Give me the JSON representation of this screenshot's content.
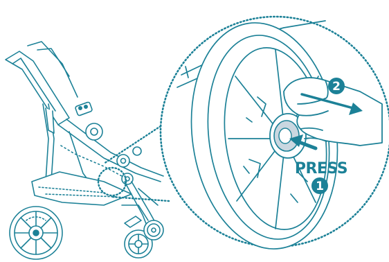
{
  "diagram": {
    "accent_color": "#1c8197",
    "hub_color": "#c9d7e0",
    "label_press": "PRESS",
    "steps": [
      {
        "number": "1",
        "action": "press"
      },
      {
        "number": "2",
        "action": "pull"
      }
    ],
    "icons": [
      "stroller-illustration",
      "wheel-closeup",
      "hand-icon",
      "press-arrow-icon",
      "pull-arrow-icon"
    ]
  }
}
